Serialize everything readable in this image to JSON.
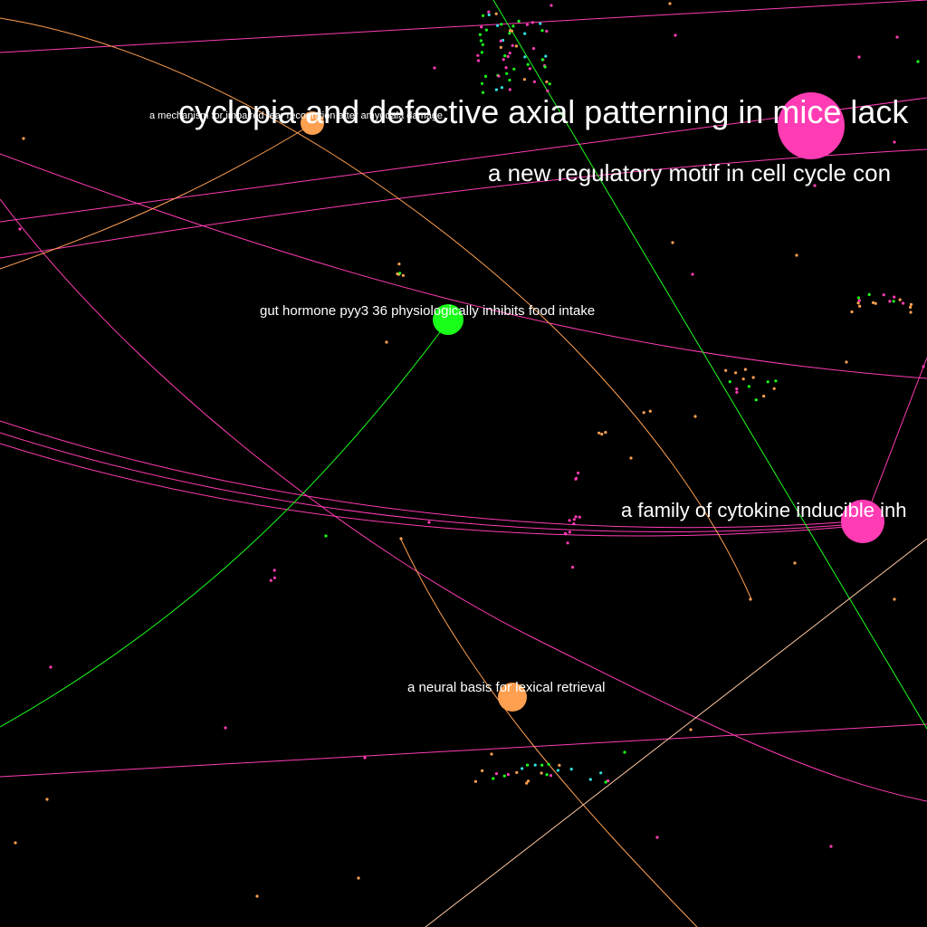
{
  "colors": {
    "background": "#000000",
    "magenta": "#ff3cb4",
    "green": "#1aff1a",
    "orange": "#ffa050",
    "cyan": "#30e0e0",
    "label": "#ffffff"
  },
  "nodes": [
    {
      "id": "node-cyclopia",
      "label": "cyclopia and defective axial patterning in mice lack",
      "color": "magenta",
      "size": "large"
    },
    {
      "id": "node-regulatory-motif",
      "label": "a new regulatory motif in cell cycle con",
      "color": "magenta",
      "size": "none"
    },
    {
      "id": "node-mechanism",
      "label": "a mechanism for impaired fear recognition after amygdala damage",
      "color": "orange",
      "size": "small"
    },
    {
      "id": "node-pyy",
      "label": "gut hormone pyy3 36 physiologically inhibits food intake",
      "color": "green",
      "size": "medium"
    },
    {
      "id": "node-cytokine",
      "label": "a family of cytokine inducible inh",
      "color": "magenta",
      "size": "medium"
    },
    {
      "id": "node-lexical",
      "label": "a neural basis for lexical retrieval",
      "color": "orange",
      "size": "small"
    }
  ]
}
